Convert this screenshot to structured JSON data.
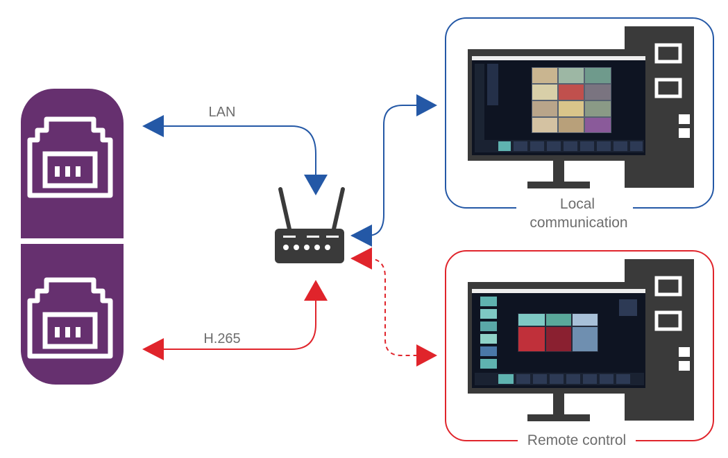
{
  "labels": {
    "lan": "LAN",
    "h265": "H.265",
    "local_line1": "Local",
    "local_line2": "communication",
    "remote": "Remote control"
  },
  "icons": {
    "ethernet_top": "ethernet-port-icon",
    "ethernet_bottom": "ethernet-port-icon",
    "router": "router-icon",
    "pc_local": "desktop-computer-icon",
    "pc_remote": "desktop-computer-icon"
  },
  "colors": {
    "encoder_purple": "#66306f",
    "lan_blue": "#2458a6",
    "h265_red": "#e0242b",
    "device_dark": "#3a3a3a",
    "label_gray": "#6d6d6d"
  }
}
